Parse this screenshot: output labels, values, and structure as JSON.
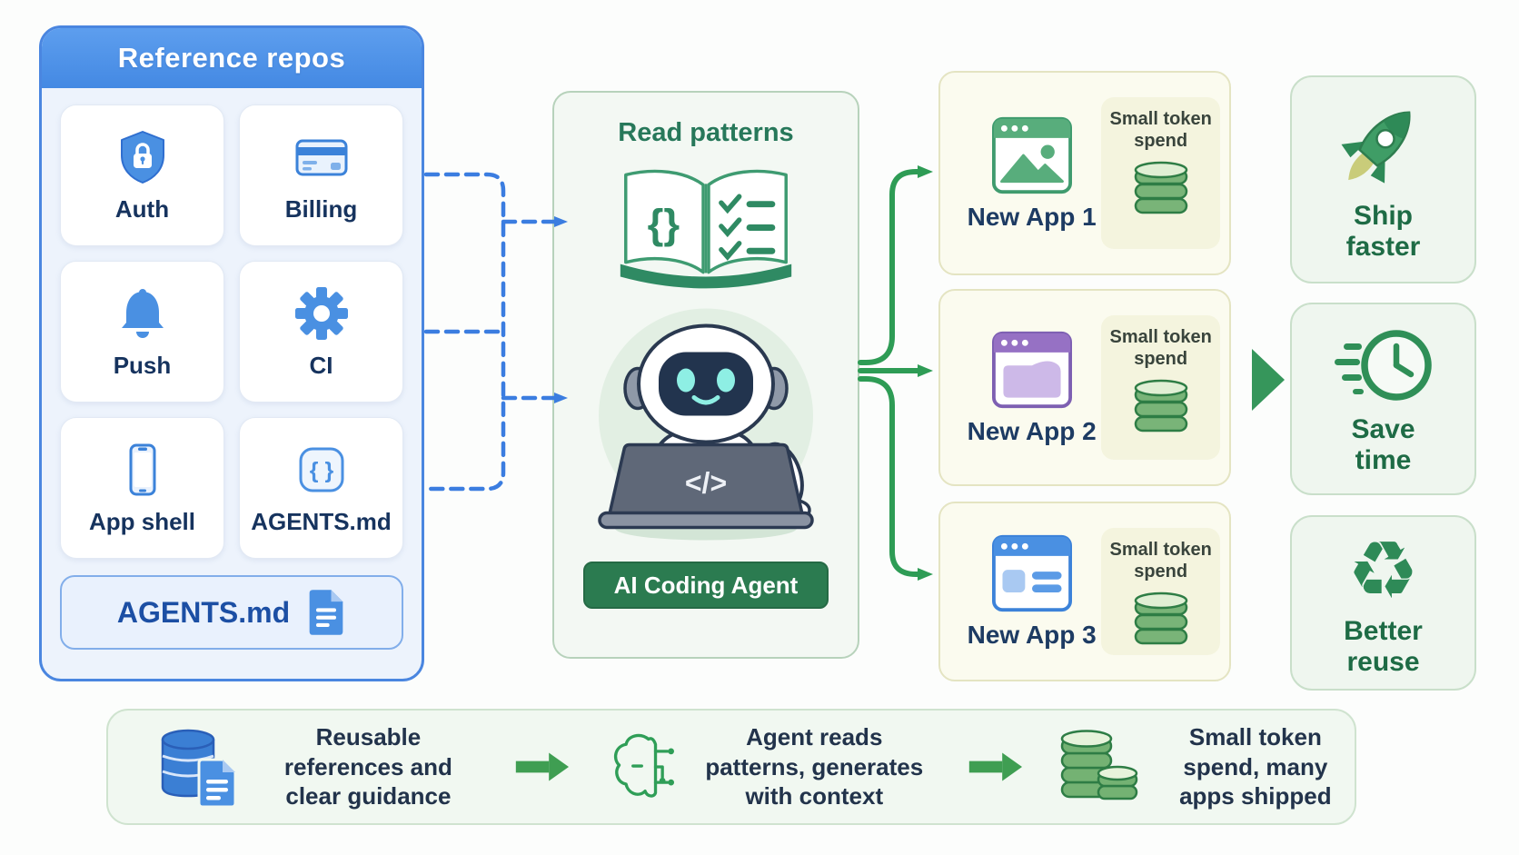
{
  "reference_panel": {
    "title": "Reference repos",
    "tiles": [
      {
        "label": "Auth",
        "icon": "shield-lock-icon"
      },
      {
        "label": "Billing",
        "icon": "credit-card-icon"
      },
      {
        "label": "Push",
        "icon": "bell-icon"
      },
      {
        "label": "CI",
        "icon": "gear-icon"
      },
      {
        "label": "App shell",
        "icon": "smartphone-icon"
      },
      {
        "label": "AGENTS.md",
        "icon": "braces-icon"
      }
    ],
    "agents_file_label": "AGENTS.md"
  },
  "agent_panel": {
    "title": "Read patterns",
    "badge": "AI Coding Agent"
  },
  "glyphs": {
    "tile_braces": "{ }",
    "book_braces": "{}",
    "laptop_code": "</>",
    "recycle": "♻"
  },
  "apps": [
    {
      "label": "New App 1",
      "token_note": "Small token spend",
      "window_color": "#58ad7c"
    },
    {
      "label": "New App 2",
      "token_note": "Small token spend",
      "window_color": "#9671c4"
    },
    {
      "label": "New App 3",
      "token_note": "Small token spend",
      "window_color": "#4a90e2"
    }
  ],
  "benefits": [
    {
      "label": "Ship faster",
      "icon": "rocket-icon"
    },
    {
      "label": "Save time",
      "icon": "clock-icon"
    },
    {
      "label": "Better reuse",
      "icon": "recycle-icon"
    }
  ],
  "legend": [
    {
      "icon": "database-doc-icon",
      "text": "Reusable references and clear guidance"
    },
    {
      "icon": "brain-circuit-icon",
      "text": "Agent reads patterns, generates with context"
    },
    {
      "icon": "coins-icon",
      "text": "Small token spend, many apps shipped"
    }
  ],
  "colors": {
    "blue_accent": "#4a90e2",
    "blue_panel_border": "#4a86e0",
    "green_accent": "#2f9e57",
    "badge_green": "#2b7b50",
    "navy_text": "#1d3b63",
    "benefit_text": "#1e6b45",
    "app_card_bg": "#fbfbef",
    "token_card_bg": "#f4f4de"
  }
}
